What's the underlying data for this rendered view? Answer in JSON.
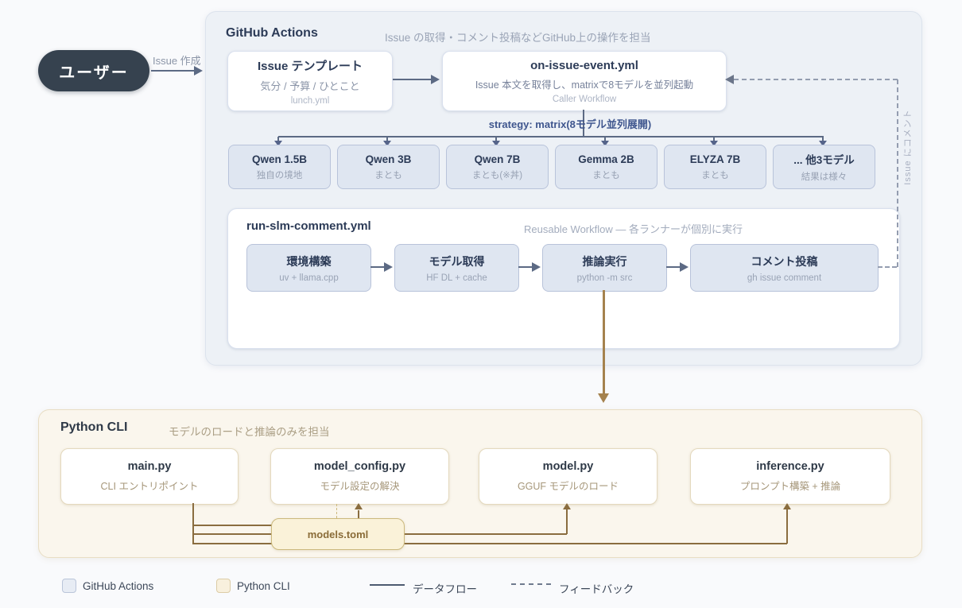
{
  "user": {
    "label": "ユーザー",
    "arrow_label": "Issue 作成"
  },
  "github_actions": {
    "title": "GitHub Actions",
    "subtitle": "Issue の取得・コメント投稿などGitHub上の操作を担当",
    "issue_template": {
      "title": "Issue テンプレート",
      "desc": "気分 / 予算 / ひとこと",
      "file": "lunch.yml"
    },
    "on_issue_event": {
      "title": "on-issue-event.yml",
      "desc": "Issue 本文を取得し、matrixで8モデルを並列起動",
      "role": "Caller Workflow"
    },
    "strategy_label": "strategy: matrix(8モデル並列展開)",
    "models": [
      {
        "name": "Qwen 1.5B",
        "note": "独自の境地"
      },
      {
        "name": "Qwen 3B",
        "note": "まとも"
      },
      {
        "name": "Qwen 7B",
        "note": "まとも(※丼)"
      },
      {
        "name": "Gemma 2B",
        "note": "まとも"
      },
      {
        "name": "ELYZA 7B",
        "note": "まとも"
      },
      {
        "name": "... 他3モデル",
        "note": "結果は様々"
      }
    ],
    "run_slm": {
      "title": "run-slm-comment.yml",
      "subtitle": "Reusable Workflow — 各ランナーが個別に実行",
      "steps": [
        {
          "title": "環境構築",
          "note": "uv + llama.cpp"
        },
        {
          "title": "モデル取得",
          "note": "HF DL + cache"
        },
        {
          "title": "推論実行",
          "note": "python -m src"
        },
        {
          "title": "コメント投稿",
          "note": "gh issue comment"
        }
      ]
    },
    "feedback_label": "Issue にコメント"
  },
  "python_cli": {
    "title": "Python CLI",
    "subtitle": "モデルのロードと推論のみを担当",
    "files": [
      {
        "name": "main.py",
        "note": "CLI エントリポイント"
      },
      {
        "name": "model_config.py",
        "note": "モデル設定の解決"
      },
      {
        "name": "model.py",
        "note": "GGUF モデルのロード"
      },
      {
        "name": "inference.py",
        "note": "プロンプト構築 + 推論"
      }
    ],
    "config_file": {
      "label": "models.toml"
    }
  },
  "legend": {
    "github_actions": "GitHub Actions",
    "python_cli": "Python CLI",
    "dataflow": "データフロー",
    "feedback": "フィードバック"
  },
  "colors": {
    "github_fill": "#edf1f6",
    "github_border": "#dce3ed",
    "node_fill": "#dfe6f1",
    "node_border": "#b8c3da",
    "python_fill": "#faf6ed",
    "python_border": "#e8ddc4",
    "models_toml_fill": "#faf2d9",
    "models_toml_border": "#ccb97d",
    "navy_text": "#2c3b57",
    "strategy_blue": "#3f568e",
    "arrow_blue": "#5c6a84",
    "feedback_gray": "#949db0",
    "line_brown": "#8a6d3f",
    "flow_brown": "#a5824e",
    "user_pill": "#36424f"
  }
}
